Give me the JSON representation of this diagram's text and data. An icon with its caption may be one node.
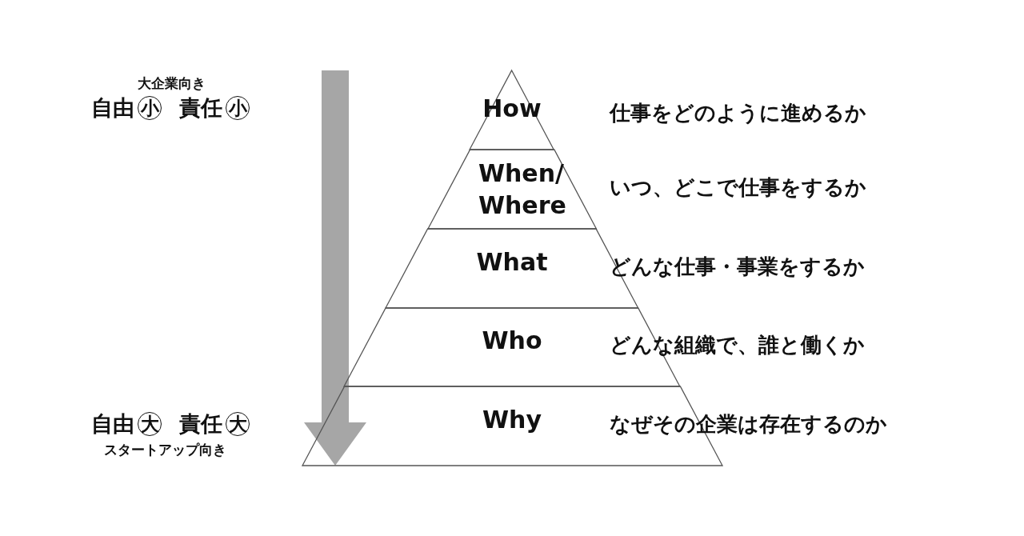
{
  "diagram": {
    "nodes": [
      {
        "text": [
          "How"
        ]
      },
      {
        "text": [
          "When/ Where"
        ]
      },
      {
        "text": [
          "What"
        ]
      },
      {
        "text": [
          "Who"
        ]
      },
      {
        "text": [
          "Why"
        ]
      },
      {
        "text": [
          "小"
        ]
      },
      {
        "text": [
          "小"
        ]
      },
      {
        "text": [
          "大"
        ]
      },
      {
        "text": [
          "大"
        ]
      }
    ],
    "labels": [
      "大企業向き",
      "自由",
      "責任",
      "仕事をどのように進めるか",
      "いつ、どこで仕事をするか",
      "どんな仕事・事業をするか",
      "どんな組織で、誰と働くか",
      "自由",
      "責任",
      "なぜその企業は存在するのか",
      "スタートアップ向き"
    ]
  }
}
